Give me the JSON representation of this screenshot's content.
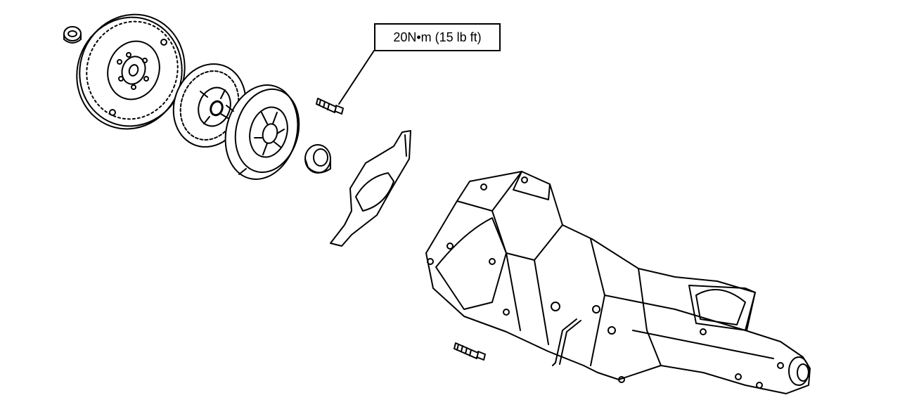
{
  "annotation": {
    "torque_spec": "20N•m (15 lb ft)"
  },
  "colors": {
    "ink": "#000000",
    "paper": "#ffffff"
  },
  "parts": [
    {
      "name": "pilot-bearing"
    },
    {
      "name": "flywheel"
    },
    {
      "name": "clutch-disc"
    },
    {
      "name": "pressure-plate"
    },
    {
      "name": "bolt"
    },
    {
      "name": "release-bearing"
    },
    {
      "name": "release-fork"
    },
    {
      "name": "transmission"
    },
    {
      "name": "bolt"
    }
  ]
}
